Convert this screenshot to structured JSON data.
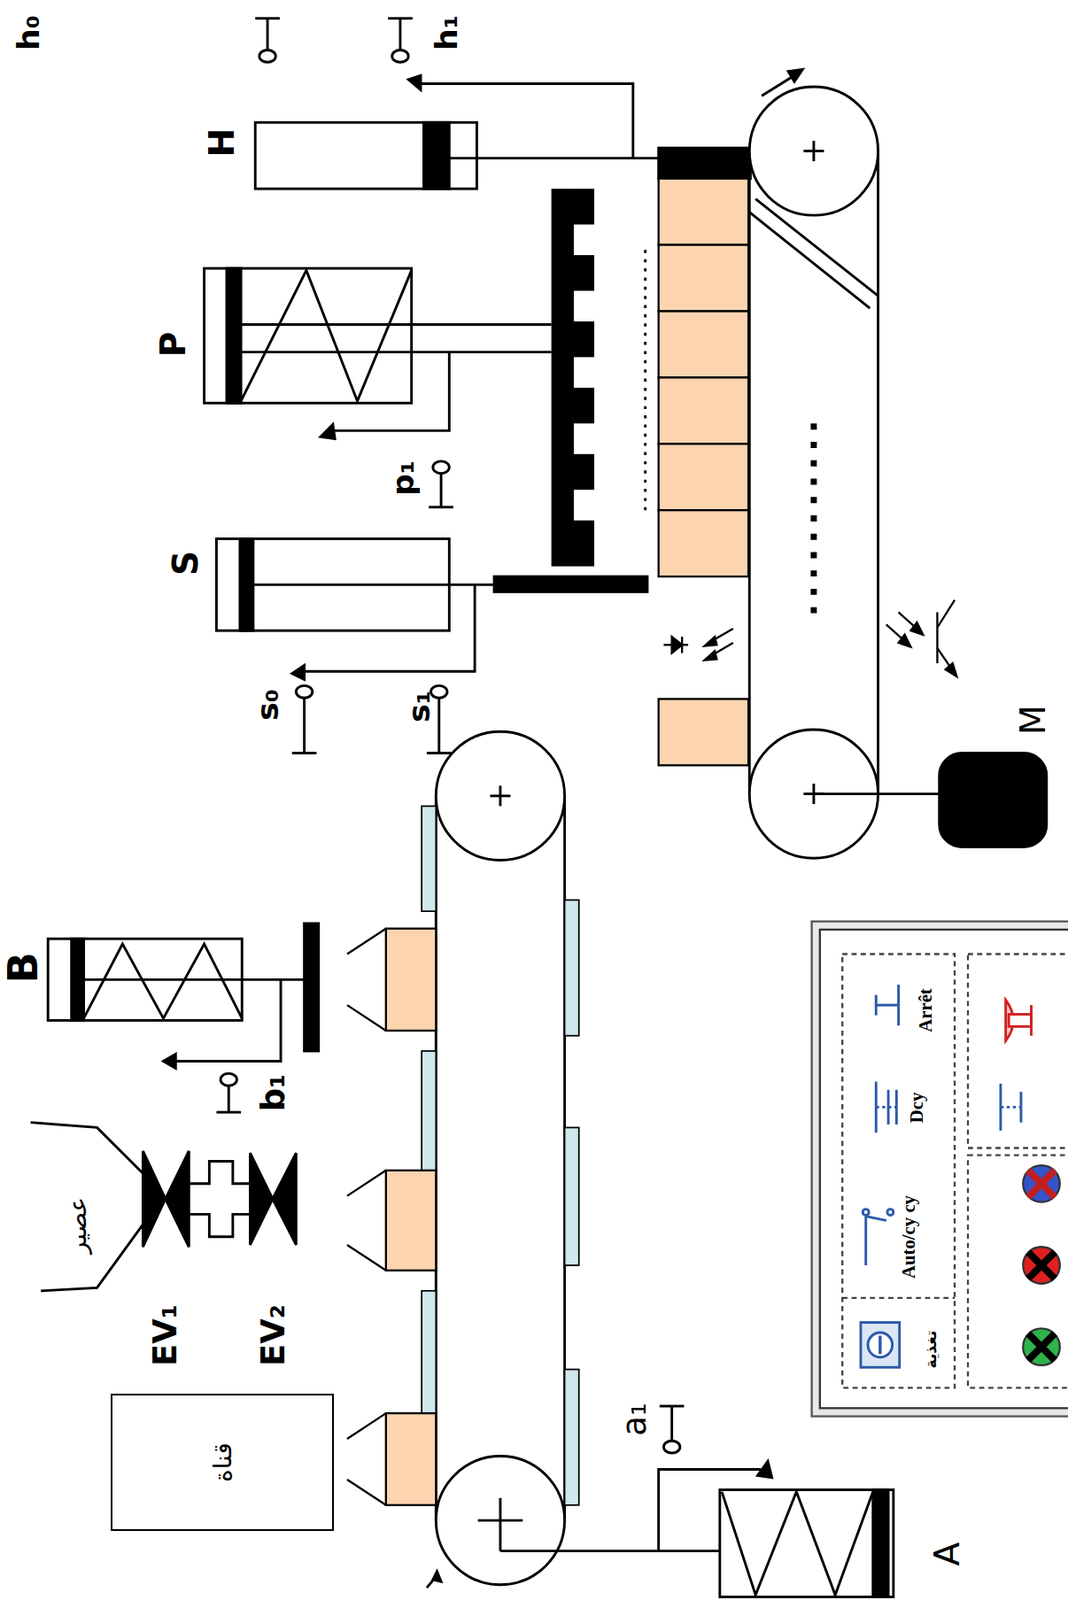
{
  "diagram": {
    "nodes": [
      {
        "text": [
          "قناة"
        ]
      }
    ],
    "labels": [
      "B",
      "b₁",
      "EV₁",
      "EV₂",
      "عصير",
      "a₁",
      "A",
      "S",
      "s₀",
      "s₁",
      "P",
      "p₁",
      "H",
      "h₀",
      "h₁",
      "M",
      "تغذية",
      "Auto/cy cy",
      "Dcy",
      "Arrêt"
    ]
  }
}
